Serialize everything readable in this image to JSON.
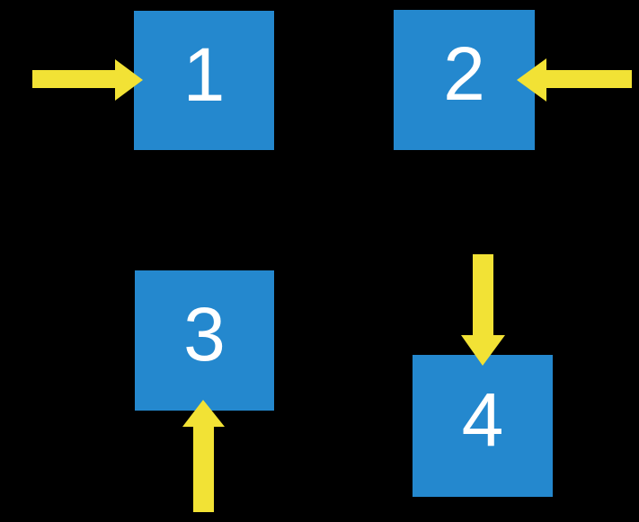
{
  "diagram": {
    "description": "Four numbered blue squares, each indicated by a yellow arrow from a different side",
    "boxes": [
      {
        "label": "1",
        "arrow_direction": "right",
        "arrow_points_from": "left"
      },
      {
        "label": "2",
        "arrow_direction": "left",
        "arrow_points_from": "right"
      },
      {
        "label": "3",
        "arrow_direction": "up",
        "arrow_points_from": "bottom"
      },
      {
        "label": "4",
        "arrow_direction": "down",
        "arrow_points_from": "top"
      }
    ]
  },
  "colors": {
    "background": "#000000",
    "box": "#2488CE",
    "arrow": "#F2E235",
    "label": "#FFFFFF"
  }
}
